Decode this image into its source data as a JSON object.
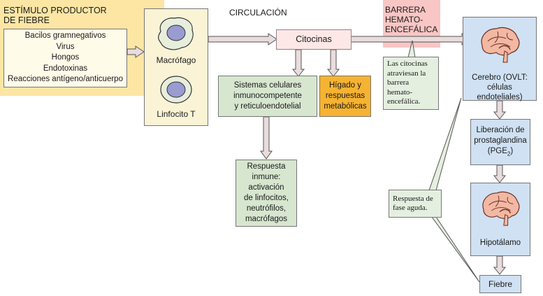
{
  "colors": {
    "stimulus_bg": "#fde6a4",
    "cell_box_bg": "#fbf3d6",
    "pink_box_bg": "#fde7e7",
    "barrier_bg": "#f8c6c4",
    "green_box_bg": "#d7e6cf",
    "orange_box_bg": "#f6b331",
    "blue_box_bg": "#cfe1f3",
    "arrow_fill": "#e9dcdc",
    "arrow_stroke": "#555555"
  },
  "stimulus": {
    "title_line1": "ESTÍMULO PRODUCTOR",
    "title_line2": "DE FIEBRE",
    "items": [
      "Bacilos gramnegativos",
      "Virus",
      "Hongos",
      "Endotoxinas",
      "Reacciones antígeno/anticuerpo"
    ]
  },
  "cells": {
    "macrophage_label": "Macrófago",
    "lymphocyte_label": "Linfocito T"
  },
  "circulation_label": "CIRCULACIÓN",
  "cytokines_label": "Citocinas",
  "barrier": {
    "line1": "BARRERA",
    "line2": "HEMATO-",
    "line3": "ENCEFÁLICA"
  },
  "barrier_note": {
    "lines": [
      "Las citocinas",
      "atraviesan la",
      "barrera",
      "hemato-",
      "encefálica."
    ]
  },
  "immune_systems": {
    "lines": [
      "Sistemas celulares",
      "inmunocompetente",
      "y reticuloendotelial"
    ]
  },
  "liver": {
    "lines": [
      "Hígado y",
      "respuestas",
      "metabólicas"
    ]
  },
  "immune_response": {
    "lines": [
      "Respuesta",
      "inmune:",
      "activación",
      "de linfocitos,",
      "neutrófilos,",
      "macrófagos"
    ]
  },
  "acute_phase": {
    "lines": [
      "Respuesta de",
      "fase aguda."
    ]
  },
  "brain": {
    "line1": "Cerebro (OVLT:",
    "line2": "células endoteliales)"
  },
  "prostaglandin": {
    "line1": "Liberación de",
    "line2": "prostaglandina",
    "pge_prefix": "(PGE",
    "pge_sub": "2",
    "pge_suffix": ")"
  },
  "hypothalamus_label": "Hipotálamo",
  "fever_label": "Fiebre",
  "icons": [
    "brain-icon",
    "macrophage-cell-icon",
    "lymphocyte-cell-icon"
  ]
}
